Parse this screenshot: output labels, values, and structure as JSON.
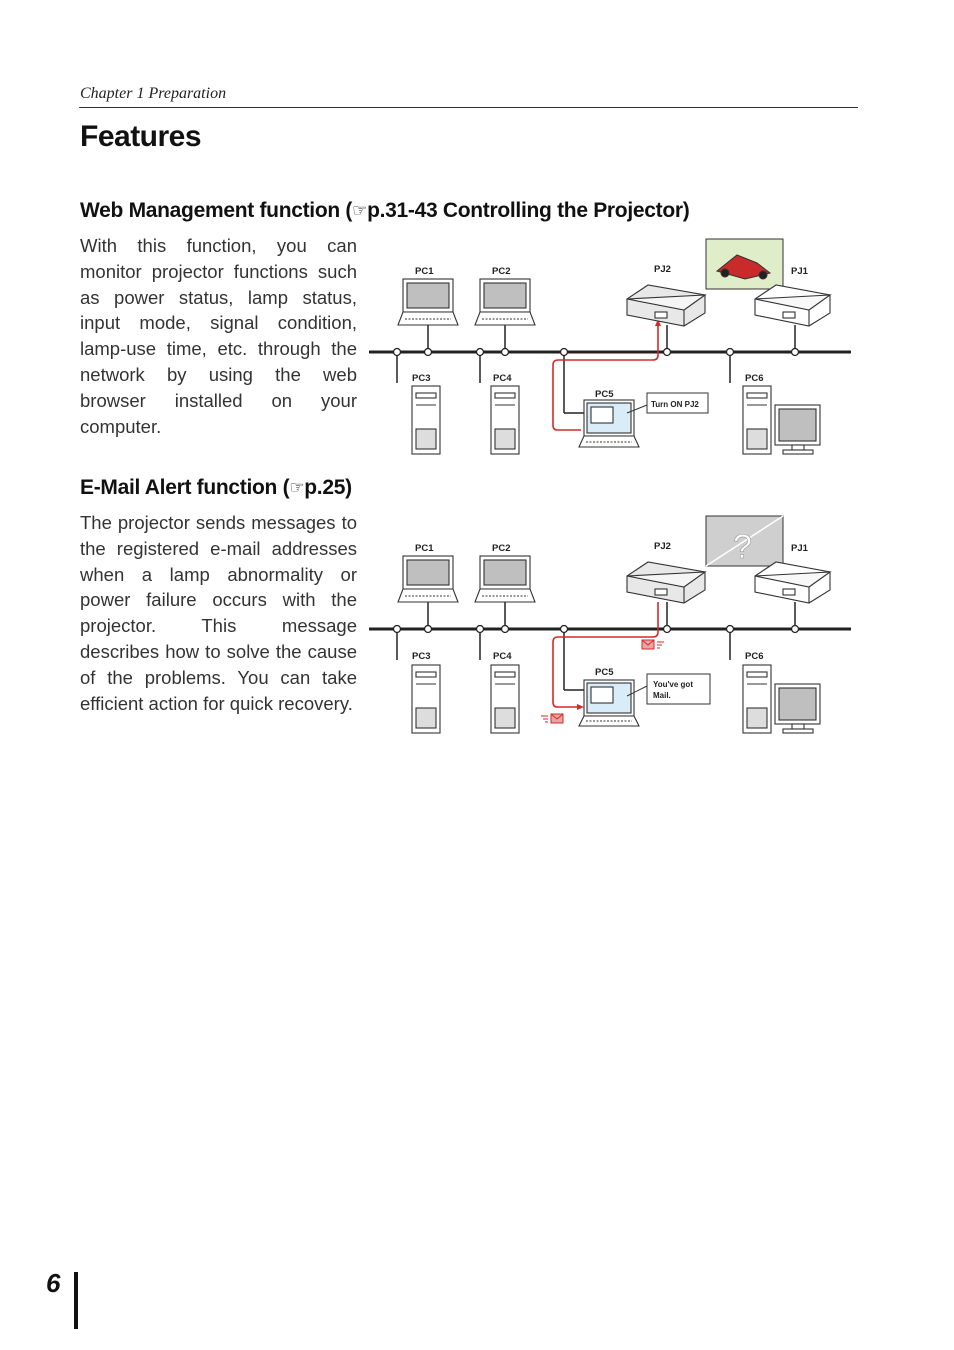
{
  "header": {
    "chapter": "Chapter 1 Preparation"
  },
  "page_title": "Features",
  "sections": [
    {
      "heading": "Web Management function (",
      "heading_ref": "p.31-43 Controlling the Projector)",
      "hand_icon": "pointing-hand-icon",
      "body": "With this function, you can monitor projector functions such as power status, lamp status, input mode, signal condition, lamp-use time, etc. through the network by using the web browser installed on your computer.",
      "diagram": {
        "labels": {
          "pc1": "PC1",
          "pc2": "PC2",
          "pc3": "PC3",
          "pc4": "PC4",
          "pc5": "PC5",
          "pc6": "PC6",
          "pj1": "PJ1",
          "pj2": "PJ2"
        },
        "callout": "Turn ON  PJ2"
      }
    },
    {
      "heading": "E-Mail Alert function (",
      "heading_ref": "p.25)",
      "hand_icon": "pointing-hand-icon",
      "body": "The projector sends messages to the registered e-mail addresses when a lamp abnormality or power failure occurs with the projector. This message describes how to solve the cause of the problems. You can take efficient action for quick recovery.",
      "diagram": {
        "labels": {
          "pc1": "PC1",
          "pc2": "PC2",
          "pc3": "PC3",
          "pc4": "PC4",
          "pc5": "PC5",
          "pc6": "PC6",
          "pj1": "PJ1",
          "pj2": "PJ2"
        },
        "callout_line1": "You've got",
        "callout_line2": "Mail.",
        "screen_symbol": "?"
      }
    }
  ],
  "footer": {
    "page_number": "6"
  },
  "colors": {
    "accent_red": "#d42a2a",
    "screen_blue": "#d8edf8",
    "grey_fill": "#bfbfbf"
  }
}
